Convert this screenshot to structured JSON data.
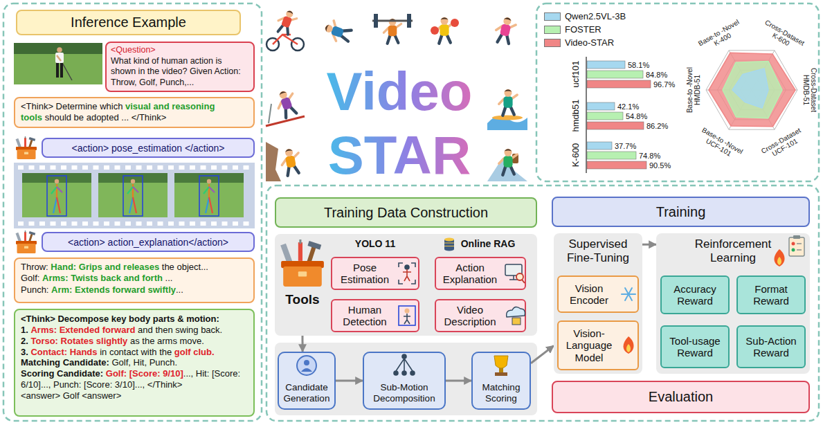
{
  "diagram": {
    "title": "Video STAR",
    "nodes": [
      {
        "text": [
          "Inference Example"
        ]
      },
      {
        "text": [
          "<Question>",
          "What kind of human action is shown in the video? Given Action: Throw, Golf, Punch,..."
        ]
      },
      {
        "text": [
          "<Think> Determine which",
          "visual and reasoning tools",
          "should be adopted ... </Think>"
        ]
      },
      {
        "text": [
          "<action> pose_estimation </action>"
        ]
      },
      {
        "text": [
          "<action> action_explanation</action>"
        ]
      },
      {
        "text": [
          "Throw:",
          "Hand: Grips and releases",
          "the object...",
          "Golf:",
          "Arms: Twists back and forth",
          "...",
          "Punch:",
          "Arm: Extends forward swiftly",
          "..."
        ]
      },
      {
        "text": [
          "<Think> Decompose key body parts & motion:",
          "1.",
          "Arms: Extended forward",
          "and then swing back.",
          "2.",
          "Torso: Rotates slightly",
          "as the arms move.",
          "3.",
          "Contact: Hands",
          "in contact with the",
          "golf club.",
          "Matching Candidate:",
          "Golf, Hit, Punch.",
          "Scoring Candidate:",
          "Golf: [Score: 9/10]",
          "..., Hit: [Score: 6/10]..., Punch: [Score: 3/10]..., </Think>",
          "<answer> Golf <answer>"
        ]
      },
      {
        "text": [
          "Training Data Construction"
        ]
      },
      {
        "text": [
          "Tools",
          "YOLO 11",
          "Online RAG"
        ]
      },
      {
        "text": [
          "Pose Estimation"
        ],
        "in": 8
      },
      {
        "text": [
          "Action Explanation"
        ],
        "in": 8
      },
      {
        "text": [
          "Human Detection"
        ],
        "in": 8
      },
      {
        "text": [
          "Video Description"
        ],
        "in": 8
      },
      {
        "text": [
          "Candidate Generation"
        ]
      },
      {
        "text": [
          "Sub-Motion Decomposition"
        ]
      },
      {
        "text": [
          "Matching Scoring"
        ]
      },
      {
        "text": [
          "Training"
        ]
      },
      {
        "text": [
          "Supervised Fine-Tuning"
        ]
      },
      {
        "text": [
          "Vision Encoder"
        ],
        "in": 17
      },
      {
        "text": [
          "Vision-Language Model"
        ],
        "in": 17
      },
      {
        "text": [
          "Reinforcement Learning"
        ]
      },
      {
        "text": [
          "Accuracy Reward"
        ],
        "in": 20
      },
      {
        "text": [
          "Format Reward"
        ],
        "in": 20
      },
      {
        "text": [
          "Tool-usage Reward"
        ],
        "in": 20
      },
      {
        "text": [
          "Sub-Action Reward"
        ],
        "in": 20
      },
      {
        "text": [
          "Evaluation"
        ]
      }
    ],
    "edges": [
      {
        "from": 8,
        "to": 13,
        "arrow": "to"
      },
      {
        "from": 13,
        "to": 14,
        "arrow": "to"
      },
      {
        "from": 14,
        "to": 15,
        "arrow": "to"
      },
      {
        "from": 15,
        "to": 17,
        "arrow": "to"
      },
      {
        "from": 17,
        "to": 20,
        "arrow": "to"
      }
    ],
    "labels": [
      "ucf101",
      "hmdb51",
      "K-600",
      "58.1%",
      "84.8%",
      "96.7%",
      "42.1%",
      "54.8%",
      "86.2%",
      "37.7%",
      "74.8%",
      "90.5%",
      "Base-to -Novel K-400",
      "Cross-Dataset K-600",
      "Cross-Dataset HMDB-51",
      "Cross-Dataset UCF-101",
      "Base-to -Novel UCF-101",
      "Base-to -Novel HMDB-51"
    ],
    "legend": [
      {
        "text": "Qwen2.5VL-3B",
        "color": "#a6d8ef"
      },
      {
        "text": "FOSTER",
        "color": "#b7f0b1"
      },
      {
        "text": "Video-STAR",
        "color": "#f08686"
      }
    ]
  }
}
